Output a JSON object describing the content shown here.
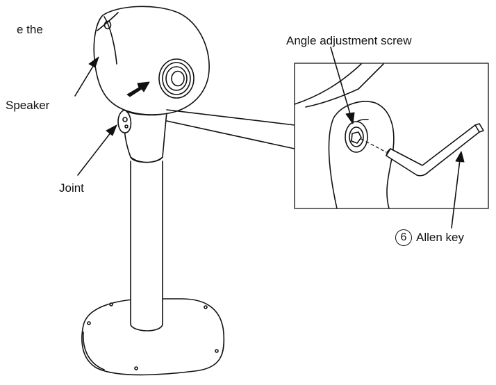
{
  "labels": {
    "top_text": "e the",
    "speaker": "Speaker",
    "joint": "Joint",
    "screw": "Angle adjustment screw",
    "allen_key": "Allen key",
    "allen_key_number": "6"
  },
  "colors": {
    "line": "#111111",
    "background": "#ffffff"
  }
}
